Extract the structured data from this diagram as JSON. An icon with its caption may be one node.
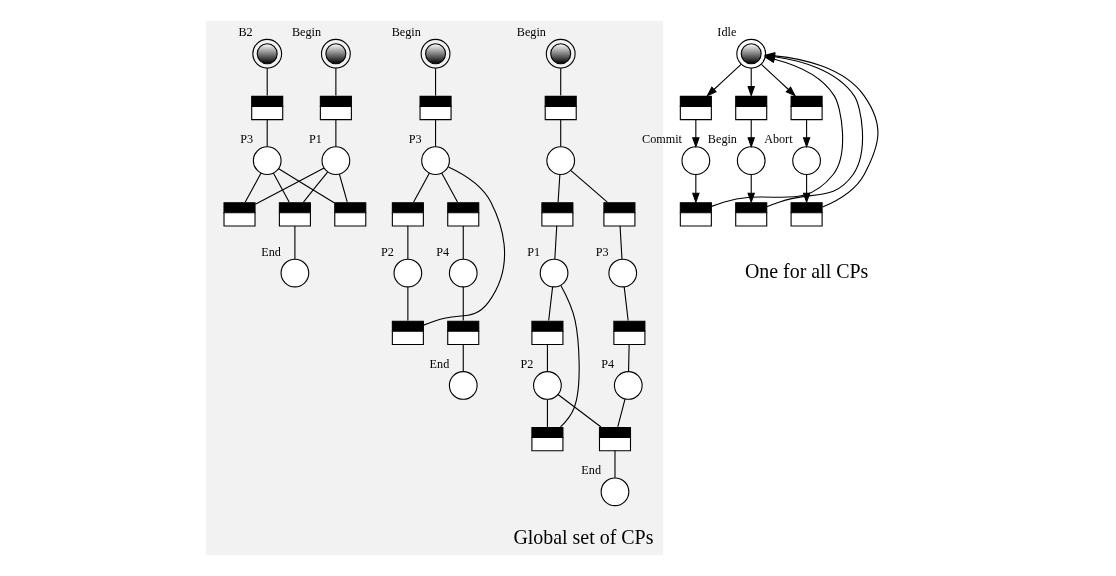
{
  "diagram": {
    "nodes": [
      {
        "text": [
          "Global set of CPs"
        ]
      },
      {
        "text": [],
        "shape": "marked",
        "beside": [
          "Begin"
        ],
        "in": 0
      },
      {
        "text": [],
        "shape": "bar",
        "in": 0
      },
      {
        "text": [],
        "shape": "circle",
        "in": 0
      },
      {
        "text": [],
        "shape": "bar",
        "in": 0
      },
      {
        "text": [],
        "shape": "bar",
        "in": 0
      },
      {
        "text": [],
        "shape": "circle",
        "beside": [
          "P1"
        ],
        "in": 0
      },
      {
        "text": [],
        "shape": "circle",
        "beside": [
          "P3"
        ],
        "in": 0
      },
      {
        "text": [],
        "shape": "bar",
        "in": 0
      },
      {
        "text": [],
        "shape": "bar",
        "in": 0
      },
      {
        "text": [],
        "shape": "circle",
        "beside": [
          "P2"
        ],
        "in": 0
      },
      {
        "text": [],
        "shape": "circle",
        "beside": [
          "P4"
        ],
        "in": 0
      },
      {
        "text": [],
        "shape": "bar",
        "in": 0
      },
      {
        "text": [],
        "shape": "bar",
        "in": 0
      },
      {
        "text": [],
        "shape": "circle",
        "beside": [
          "End"
        ],
        "in": 0
      },
      {
        "text": [],
        "shape": "marked",
        "beside": [
          "Begin"
        ],
        "in": 0
      },
      {
        "text": [],
        "shape": "bar",
        "in": 0
      },
      {
        "text": [],
        "shape": "circle",
        "beside": [
          "P3"
        ],
        "in": 0
      },
      {
        "text": [],
        "shape": "bar",
        "in": 0
      },
      {
        "text": [],
        "shape": "bar",
        "in": 0
      },
      {
        "text": [],
        "shape": "circle",
        "beside": [
          "P2"
        ],
        "in": 0
      },
      {
        "text": [],
        "shape": "circle",
        "beside": [
          "P4"
        ],
        "in": 0
      },
      {
        "text": [],
        "shape": "bar",
        "in": 0
      },
      {
        "text": [],
        "shape": "bar",
        "in": 0
      },
      {
        "text": [],
        "shape": "circle",
        "beside": [
          "End"
        ],
        "in": 0
      },
      {
        "text": [],
        "shape": "marked",
        "beside": [
          "Begin"
        ],
        "in": 0
      },
      {
        "text": [],
        "shape": "marked",
        "beside": [
          "B2"
        ],
        "in": 0
      },
      {
        "text": [],
        "shape": "bar",
        "in": 0
      },
      {
        "text": [],
        "shape": "bar",
        "in": 0
      },
      {
        "text": [],
        "shape": "circle",
        "beside": [
          "P1"
        ],
        "in": 0
      },
      {
        "text": [],
        "shape": "circle",
        "beside": [
          "P3"
        ],
        "in": 0
      },
      {
        "text": [],
        "shape": "bar",
        "in": 0
      },
      {
        "text": [],
        "shape": "bar",
        "in": 0
      },
      {
        "text": [],
        "shape": "bar",
        "in": 0
      },
      {
        "text": [],
        "shape": "circle",
        "beside": [
          "End"
        ],
        "in": 0
      },
      {
        "text": [],
        "shape": "marked",
        "beside": [
          "Idle"
        ]
      },
      {
        "text": [],
        "shape": "bar"
      },
      {
        "text": [],
        "shape": "bar"
      },
      {
        "text": [],
        "shape": "bar"
      },
      {
        "text": [],
        "shape": "circle",
        "beside": [
          "Begin"
        ]
      },
      {
        "text": [],
        "shape": "circle",
        "beside": [
          "Commit"
        ]
      },
      {
        "text": [],
        "shape": "circle",
        "beside": [
          "Abort"
        ]
      },
      {
        "text": [],
        "shape": "bar"
      },
      {
        "text": [],
        "shape": "bar"
      },
      {
        "text": [],
        "shape": "bar"
      }
    ],
    "edges": [
      {
        "from": 1,
        "to": 2,
        "arrow": "none"
      },
      {
        "from": 2,
        "to": 3,
        "arrow": "none"
      },
      {
        "from": 3,
        "to": 4,
        "arrow": "none"
      },
      {
        "from": 3,
        "to": 5,
        "arrow": "none"
      },
      {
        "from": 4,
        "to": 6,
        "arrow": "none"
      },
      {
        "from": 5,
        "to": 7,
        "arrow": "none"
      },
      {
        "from": 6,
        "to": 8,
        "arrow": "none"
      },
      {
        "from": 7,
        "to": 9,
        "arrow": "none"
      },
      {
        "from": 8,
        "to": 10,
        "arrow": "none"
      },
      {
        "from": 9,
        "to": 11,
        "arrow": "none"
      },
      {
        "from": 10,
        "to": 12,
        "arrow": "none"
      },
      {
        "from": 12,
        "to": 6,
        "arrow": "none"
      },
      {
        "from": 10,
        "to": 13,
        "arrow": "none"
      },
      {
        "from": 11,
        "to": 13,
        "arrow": "none"
      },
      {
        "from": 13,
        "to": 14,
        "arrow": "none"
      },
      {
        "from": 15,
        "to": 16,
        "arrow": "none"
      },
      {
        "from": 16,
        "to": 17,
        "arrow": "none"
      },
      {
        "from": 17,
        "to": 18,
        "arrow": "none"
      },
      {
        "from": 17,
        "to": 19,
        "arrow": "none"
      },
      {
        "from": 18,
        "to": 20,
        "arrow": "none"
      },
      {
        "from": 19,
        "to": 21,
        "arrow": "none"
      },
      {
        "from": 20,
        "to": 22,
        "arrow": "none"
      },
      {
        "from": 22,
        "to": 17,
        "arrow": "none"
      },
      {
        "from": 21,
        "to": 23,
        "arrow": "none"
      },
      {
        "from": 23,
        "to": 24,
        "arrow": "none"
      },
      {
        "from": 25,
        "to": 27,
        "arrow": "none"
      },
      {
        "from": 26,
        "to": 28,
        "arrow": "none"
      },
      {
        "from": 27,
        "to": 29,
        "arrow": "none"
      },
      {
        "from": 28,
        "to": 30,
        "arrow": "none"
      },
      {
        "from": 29,
        "to": 31,
        "arrow": "none"
      },
      {
        "from": 30,
        "to": 32,
        "arrow": "none"
      },
      {
        "from": 31,
        "to": 30,
        "arrow": "none"
      },
      {
        "from": 32,
        "to": 29,
        "arrow": "none"
      },
      {
        "from": 29,
        "to": 33,
        "arrow": "none"
      },
      {
        "from": 30,
        "to": 33,
        "arrow": "none"
      },
      {
        "from": 33,
        "to": 34,
        "arrow": "none"
      },
      {
        "from": 35,
        "to": 36,
        "arrow": "to"
      },
      {
        "from": 35,
        "to": 37,
        "arrow": "to"
      },
      {
        "from": 35,
        "to": 38,
        "arrow": "to"
      },
      {
        "from": 36,
        "to": 40,
        "arrow": "to"
      },
      {
        "from": 37,
        "to": 39,
        "arrow": "to"
      },
      {
        "from": 38,
        "to": 41,
        "arrow": "to"
      },
      {
        "from": 40,
        "to": 42,
        "arrow": "to"
      },
      {
        "from": 39,
        "to": 43,
        "arrow": "to"
      },
      {
        "from": 41,
        "to": 44,
        "arrow": "to"
      },
      {
        "from": 42,
        "to": 35,
        "arrow": "to"
      },
      {
        "from": 43,
        "to": 35,
        "arrow": "to"
      },
      {
        "from": 44,
        "to": 35,
        "arrow": "to"
      }
    ],
    "labels": [
      "One for all CPs"
    ]
  }
}
